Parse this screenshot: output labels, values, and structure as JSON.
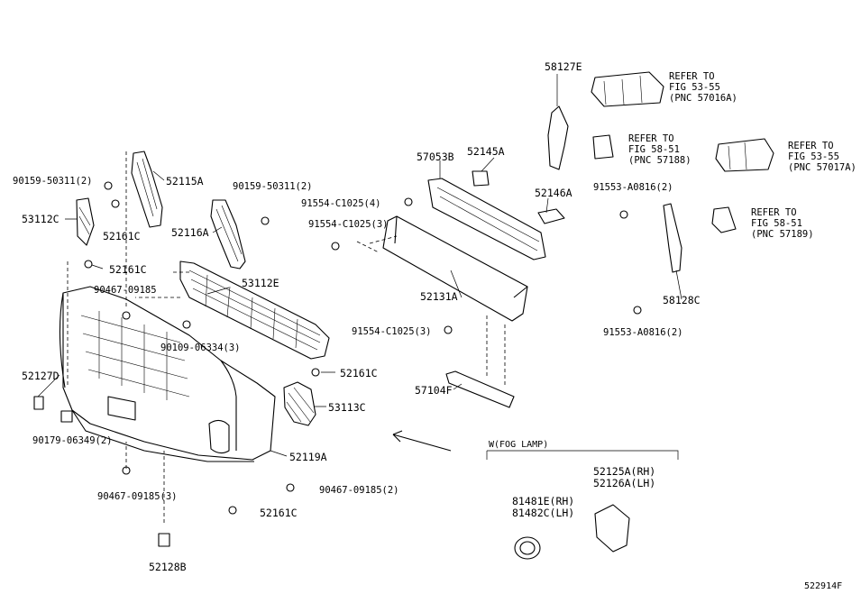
{
  "labels": {
    "p58127E": "58127E",
    "p57053B": "57053B",
    "p52145A": "52145A",
    "p52146A": "52146A",
    "p52115A": "52115A",
    "p52116A": "52116A",
    "p53112C": "53112C",
    "p53112E": "53112E",
    "p52161C_a": "52161C",
    "p52161C_b": "52161C",
    "p52161C_c": "52161C",
    "p52161C_d": "52161C",
    "p52131A": "52131A",
    "p58128C": "58128C",
    "p52127D": "52127D",
    "p53113C": "53113C",
    "p57104F": "57104F",
    "p52119A": "52119A",
    "p52128B": "52128B",
    "p52125A": "52125A(RH)",
    "p52126A": "52126A(LH)",
    "p81481E": "81481E(RH)",
    "p81482C": "81482C(LH)",
    "b90159_a": "90159-50311(2)",
    "b90159_b": "90159-50311(2)",
    "b91554_4": "91554-C1025(4)",
    "b91554_3a": "91554-C1025(3)",
    "b91554_3b": "91554-C1025(3)",
    "b91553_a": "91553-A0816(2)",
    "b91553_b": "91553-A0816(2)",
    "b90467_a": "90467-09185",
    "b90467_b": "90467-09185(3)",
    "b90467_c": "90467-09185(2)",
    "b90109": "90109-06334(3)",
    "b90179": "90179-06349(2)",
    "fog_group": "W(FOG LAMP)",
    "figure_id": "522914F"
  },
  "references": [
    {
      "line1": "REFER TO",
      "line2": "FIG 53-55",
      "line3": "(PNC 57016A)"
    },
    {
      "line1": "REFER TO",
      "line2": "FIG 58-51",
      "line3": "(PNC 57188)"
    },
    {
      "line1": "REFER TO",
      "line2": "FIG 53-55",
      "line3": "(PNC 57017A)"
    },
    {
      "line1": "REFER TO",
      "line2": "FIG 58-51",
      "line3": "(PNC 57189)"
    }
  ]
}
